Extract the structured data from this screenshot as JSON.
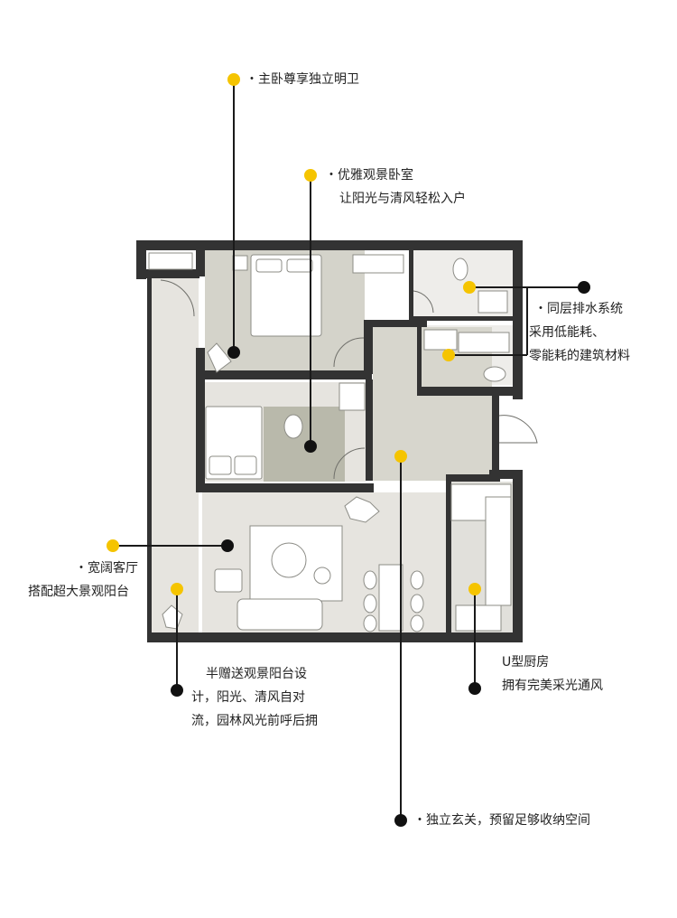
{
  "colors": {
    "wall": "#333333",
    "room_light": "#e6e4df",
    "room_mid": "#d7d6cd",
    "room_green": "#b9b9ab",
    "furniture": "#ffffff",
    "leader_line": "#1a1a1a",
    "dot_yellow": "#f5c400",
    "dot_black": "#111111"
  },
  "callouts": {
    "master_bath": {
      "line1": "・主卧尊享独立明卫"
    },
    "bedroom": {
      "line1": "・优雅观景卧室",
      "line2": "让阳光与清风轻松入户"
    },
    "drainage": {
      "line1": "・同层排水系统",
      "line2": "采用低能耗、",
      "line3": "零能耗的建筑材料"
    },
    "living": {
      "line1": "・宽阔客厅",
      "line2": "搭配超大景观阳台"
    },
    "balcony": {
      "line1": "半赠送观景阳台设",
      "line2": "计，阳光、清风自对",
      "line3": "流，园林风光前呼后拥"
    },
    "kitchen": {
      "line1": "U型厨房",
      "line2": "拥有完美采光通风"
    },
    "entrance": {
      "line1": "・独立玄关，预留足够收纳空间"
    }
  }
}
